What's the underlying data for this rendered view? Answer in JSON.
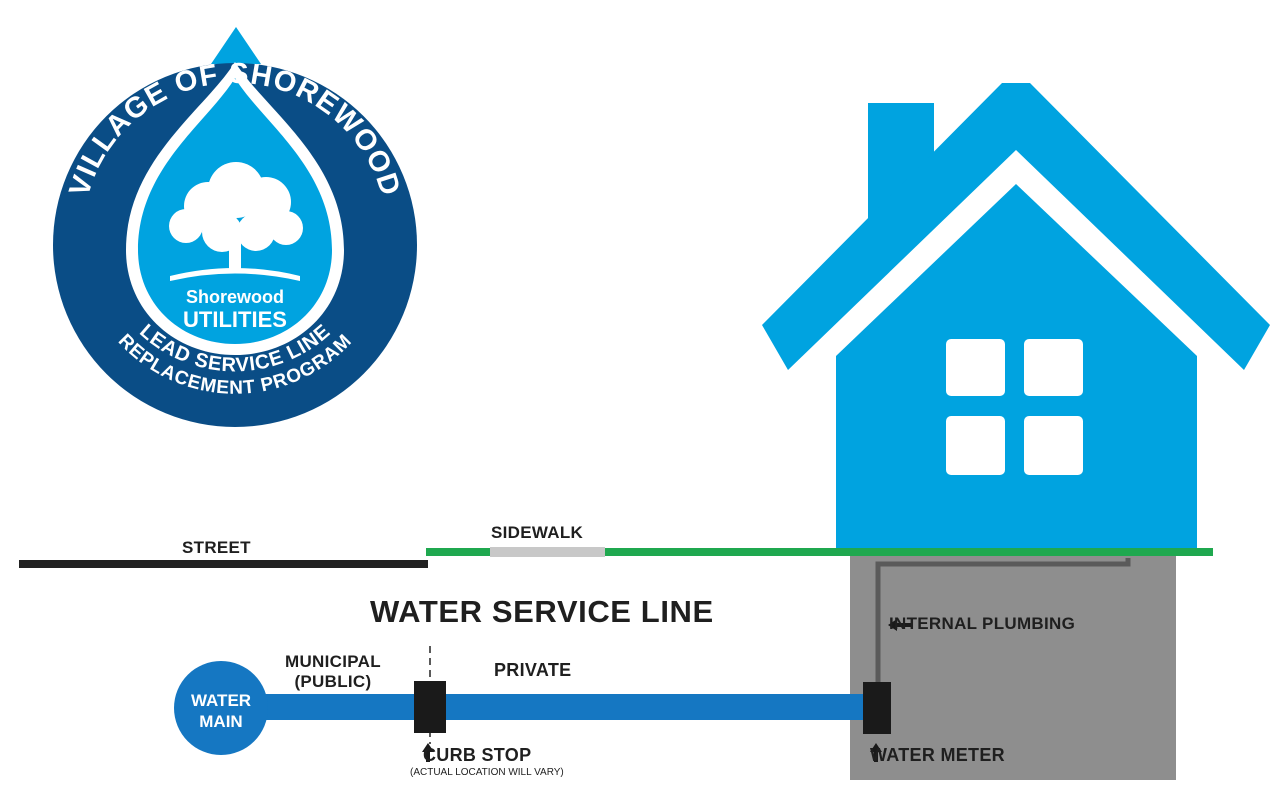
{
  "logo": {
    "top_text": "VILLAGE OF SHOREWOOD",
    "brand_name": "Shorewood",
    "brand_sub": "UTILITIES",
    "program_line1": "LEAD SERVICE LINE",
    "program_line2": "REPLACEMENT PROGRAM"
  },
  "diagram": {
    "title": "WATER SERVICE LINE",
    "labels": {
      "street": "STREET",
      "sidewalk": "SIDEWALK",
      "municipal_line1": "MUNICIPAL",
      "municipal_line2": "(PUBLIC)",
      "private": "PRIVATE",
      "water_main_line1": "WATER",
      "water_main_line2": "MAIN",
      "curb_stop": "CURB STOP",
      "curb_stop_note": "(ACTUAL LOCATION WILL VARY)",
      "internal_plumbing": "INTERNAL PLUMBING",
      "water_meter": "WATER METER"
    }
  },
  "colors": {
    "brand_blue": "#00A3E0",
    "navy": "#0A4D86",
    "pipe_blue": "#1577C2",
    "lawn_green": "#1FA84F",
    "sidewalk_gray": "#C8C8C8",
    "street_black": "#222222",
    "basement_gray": "#8E8E8E",
    "pipe_gray": "#5A5A5A"
  },
  "icons": [
    "water-drop-icon",
    "oak-tree-icon",
    "house-icon",
    "window-icon",
    "up-arrow-icon",
    "left-arrow-icon"
  ]
}
